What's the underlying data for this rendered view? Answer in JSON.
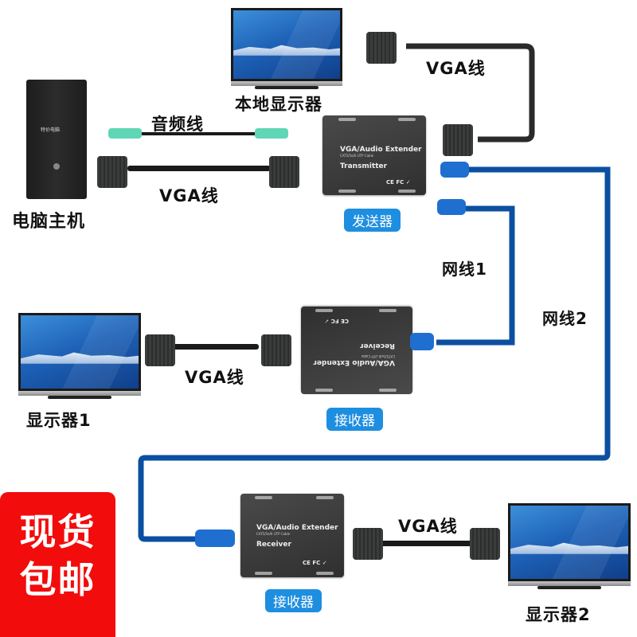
{
  "title": "VGA/Audio Extender connection diagram",
  "colors": {
    "network_cable": "#0b4fa0",
    "badge": "#1e8ee0",
    "promo_bg": "#f20c0c",
    "vga_cable": "#1a1a1a",
    "audio_plug": "#5fd6b6"
  },
  "nodes": {
    "pc": {
      "label": "电脑主机",
      "front_text": "特价电脑"
    },
    "local_monitor": {
      "label": "本地显示器"
    },
    "transmitter": {
      "badge": "发送器",
      "line1": "VGA/Audio Extender",
      "line2": "CAT5/5e/6 UTP Cable",
      "line3": "Transmitter",
      "certs": "CE FC ✓"
    },
    "receiver1": {
      "badge": "接收器",
      "line1": "VGA/Audio Extender",
      "line2": "CAT5/5e/6 UTP Cable",
      "line3": "Receiver",
      "certs": "CE FC ✓"
    },
    "receiver2": {
      "badge": "接收器",
      "line1": "VGA/Audio Extender",
      "line2": "CAT5/5e/6 UTP Cable",
      "line3": "Receiver",
      "certs": "CE FC ✓"
    },
    "monitor1": {
      "label": "显示器1"
    },
    "monitor2": {
      "label": "显示器2"
    }
  },
  "cables": {
    "audio": "音频线",
    "vga_pc": "VGA线",
    "vga_local": "VGA线",
    "vga_monitor1": "VGA线",
    "vga_monitor2": "VGA线",
    "net1": "网线1",
    "net2": "网线2"
  },
  "promo": {
    "line1": "现货",
    "line2": "包邮"
  }
}
